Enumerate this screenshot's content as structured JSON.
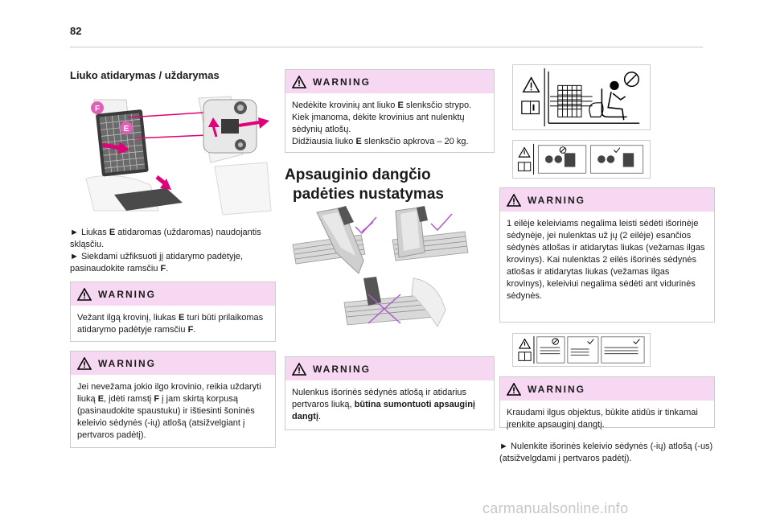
{
  "page": {
    "number": "82"
  },
  "left": {
    "heading": "Liuko atidarymas / uždarymas",
    "illustration": {
      "labels": [
        "F",
        "E"
      ]
    },
    "bullets": [
      {
        "marker": "►",
        "pre": "Liukas ",
        "bold": "E",
        "post": " atidaromas (uždaromas) naudojantis skląsčiu."
      },
      {
        "marker": "►",
        "pre": "Siekdami užfiksuoti jį atidarymo padėtyje, pasinaudokite ramsčiu ",
        "bold": "F",
        "post": "."
      }
    ],
    "warning1": {
      "title": "WARNING",
      "pre": "Vežant ilgą krovinį, liukas ",
      "bold1": "E",
      "mid": " turi būti prilaikomas atidarymo padėtyje ramsčiu ",
      "bold2": "F",
      "post": "."
    },
    "warning2": {
      "title": "WARNING",
      "pre": "Jei nevežama jokio ilgo krovinio, reikia uždaryti liuką ",
      "bold1": "E",
      "mid": ", įdėti ramstį ",
      "bold2": "F",
      "post": " į jam skirtą korpusą (pasinaudokite spaustuku) ir ištiesinti šoninės keleivio sėdynės (-ių) atlošą (atsižvelgiant į pertvaros padėtį)."
    }
  },
  "middle": {
    "warning1": {
      "title": "WARNING",
      "line1_pre": "Nedėkite krovinių ant liuko ",
      "line1_bold": "E",
      "line1_post": " slenksčio strypo.",
      "line2": "Kiek įmanoma, dėkite krovinius ant nulenktų sėdynių atlošų.",
      "line3_pre": "Didžiausia liuko ",
      "line3_bold": "E",
      "line3_post": " slenksčio apkrova – 20 kg."
    },
    "heading_line1": "Apsauginio dangčio",
    "heading_line2": "padėties nustatymas",
    "warning2": {
      "title": "WARNING",
      "pre": "Nulenkus išorinės sėdynės atlošą ir atidarius pertvaros liuką, ",
      "bold": "būtina sumontuoti apsauginį dangtį",
      "post": "."
    }
  },
  "right": {
    "warning1": {
      "title": "WARNING",
      "text": "1 eilėje keleiviams negalima leisti sėdėti išorinėje sėdynėje, jei nulenktas už jų (2 eilėje) esančios sėdynės atlošas ir atidarytas liukas (vežamas ilgas krovinys). Kai nulenktas 2 eilės išorinės sėdynės atlošas ir atidarytas liukas (vežamas ilgas krovinys), keleiviui negalima sėdėti ant vidurinės sėdynės."
    },
    "warning2": {
      "title": "WARNING",
      "text": "Kraudami ilgus objektus, būkite atidūs ir tinkamai įrenkite apsauginį dangtį."
    },
    "bullet": {
      "marker": "►",
      "text": "Nulenkite išorinės keleivio sėdynės (-ių) atlošą (-us) (atsižvelgdami į pertvaros padėtį)."
    }
  },
  "watermark": "carmanualsonline.info",
  "colors": {
    "warning_header": "#f6d8f3",
    "accent_magenta": "#e0007a",
    "check_violet": "#b05cc8"
  }
}
